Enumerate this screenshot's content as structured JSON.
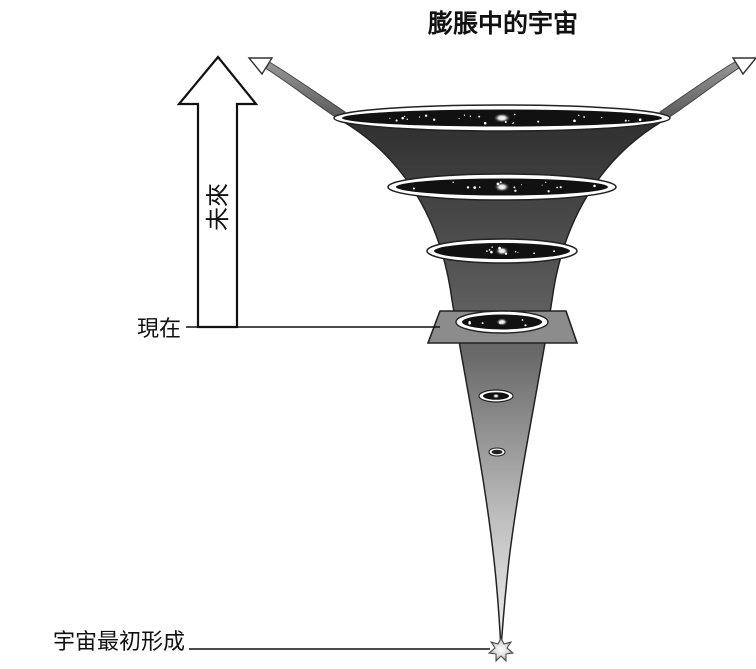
{
  "title": "膨脹中的宇宙",
  "labels": {
    "future": "未來",
    "present": "現在",
    "origin": "宇宙最初形成"
  },
  "colors": {
    "funnel_top": "#3a3a3a",
    "funnel_bottom": "#e6e6e6",
    "outline": "#222222",
    "space": "#111111"
  }
}
